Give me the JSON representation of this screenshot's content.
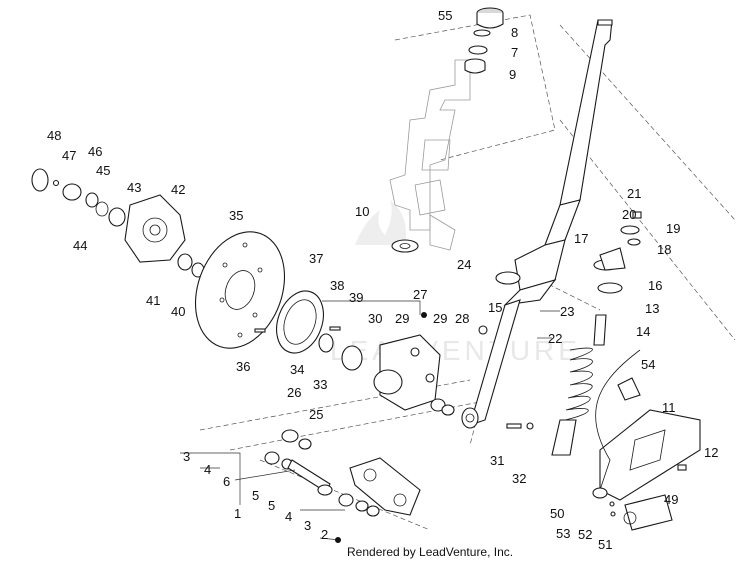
{
  "watermark": "LEADVENTURE",
  "credit": "Rendered by LeadVenture, Inc.",
  "callouts": [
    "55",
    "8",
    "7",
    "9",
    "10",
    "21",
    "20",
    "19",
    "17",
    "18",
    "24",
    "16",
    "15",
    "13",
    "23",
    "22",
    "14",
    "48",
    "47",
    "46",
    "45",
    "43",
    "42",
    "44",
    "41",
    "40",
    "35",
    "37",
    "36",
    "34",
    "38",
    "39",
    "27",
    "30",
    "29",
    "29",
    "28",
    "33",
    "54",
    "11",
    "26",
    "25",
    "31",
    "32",
    "12",
    "3",
    "4",
    "6",
    "5",
    "5",
    "4",
    "3",
    "1",
    "2",
    "50",
    "53",
    "52",
    "51",
    "49"
  ]
}
